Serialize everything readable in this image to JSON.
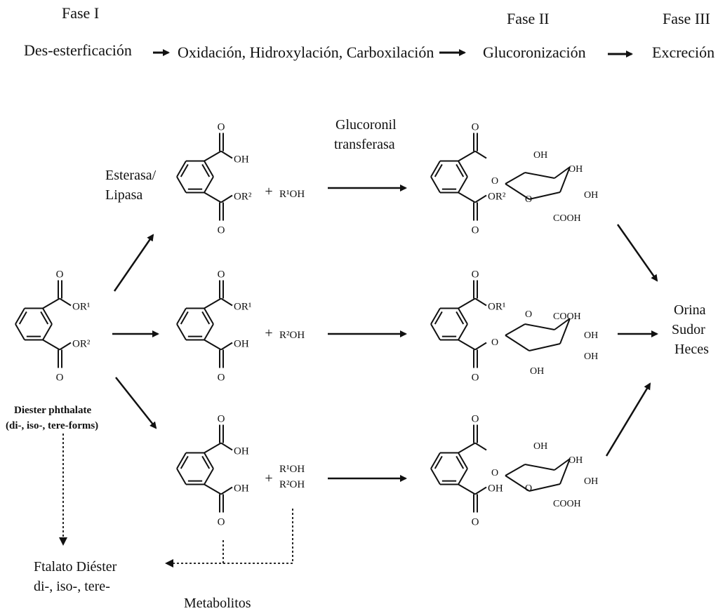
{
  "phases": {
    "phase1": "Fase I",
    "phase2": "Fase II",
    "phase3": "Fase III"
  },
  "steps": {
    "deester": "Des-esterficación",
    "oxid": "Oxidación, Hidroxylación, Carboxilación",
    "gluc": "Glucoronización",
    "excr": "Excreción"
  },
  "enzymes": {
    "esterasa_1": "Esterasa/",
    "esterasa_2": "Lipasa",
    "gluc_1": "Glucoronil",
    "gluc_2": "transferasa"
  },
  "substrate": {
    "name_1": "Diester phthalate",
    "name_2": "(di-, iso-, tere-forms)"
  },
  "excretion": {
    "item1": "Orina",
    "item2": "Sudor",
    "item3": "Heces"
  },
  "bottom": {
    "ftalato_1": "Ftalato Diéster",
    "ftalato_2": "di-, iso-, tere-",
    "metabolitos": "Metabolitos"
  },
  "chem": {
    "O": "O",
    "OH": "OH",
    "OR1": "OR¹",
    "OR2": "OR²",
    "plus": "+",
    "R1OH": "R¹OH",
    "R2OH": "R²OH",
    "COOH": "COOH"
  }
}
